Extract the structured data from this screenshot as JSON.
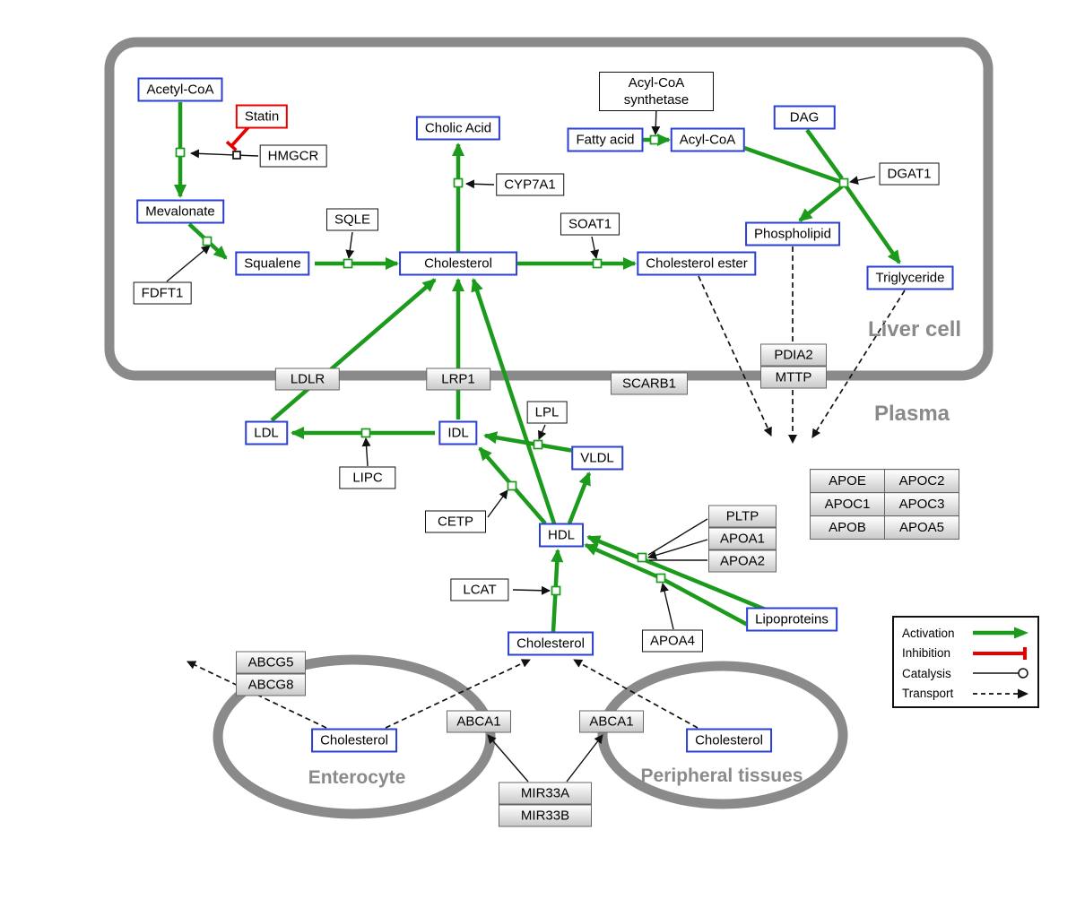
{
  "compartments": {
    "liver": "Liver cell",
    "plasma": "Plasma",
    "enterocyte": "Enterocyte",
    "peripheral": "Peripheral tissues"
  },
  "nodes": {
    "acetyl_coa": "Acetyl-CoA",
    "statin": "Statin",
    "hmgcr": "HMGCR",
    "mevalonate": "Mevalonate",
    "fdft1": "FDFT1",
    "squalene": "Squalene",
    "sqle": "SQLE",
    "cholesterol_liver": "Cholesterol",
    "cholic_acid": "Cholic Acid",
    "cyp7a1": "CYP7A1",
    "soat1": "SOAT1",
    "cholesterol_ester": "Cholesterol ester",
    "acyl_coa_synthetase": "Acyl-CoA synthetase",
    "fatty_acid": "Fatty acid",
    "acyl_coa": "Acyl-CoA",
    "dag": "DAG",
    "dgat1": "DGAT1",
    "phospholipid": "Phospholipid",
    "triglyceride": "Triglyceride",
    "pdia2": "PDIA2",
    "mttp": "MTTP",
    "ldlr": "LDLR",
    "lrp1": "LRP1",
    "scarb1": "SCARB1",
    "ldl": "LDL",
    "idl": "IDL",
    "vldl": "VLDL",
    "hdl": "HDL",
    "lipc": "LIPC",
    "lpl": "LPL",
    "cetp": "CETP",
    "lcat": "LCAT",
    "pltp": "PLTP",
    "apoa1": "APOA1",
    "apoa2": "APOA2",
    "apoa4": "APOA4",
    "lipoproteins": "Lipoproteins",
    "cholesterol_plasma": "Cholesterol",
    "abcg5": "ABCG5",
    "abcg8": "ABCG8",
    "cholesterol_enterocyte": "Cholesterol",
    "abca1_enterocyte": "ABCA1",
    "abca1_peripheral": "ABCA1",
    "cholesterol_peripheral": "Cholesterol",
    "mir33a": "MIR33A",
    "mir33b": "MIR33B"
  },
  "apo_table": {
    "rows": [
      [
        "APOE",
        "APOC2"
      ],
      [
        "APOC1",
        "APOC3"
      ],
      [
        "APOB",
        "APOA5"
      ]
    ]
  },
  "legend": {
    "activation": "Activation",
    "inhibition": "Inhibition",
    "catalysis": "Catalysis",
    "transport": "Transport"
  },
  "colors": {
    "activation_green": "#1c9a1c",
    "inhibition_red": "#ee0000",
    "metabolite_blue": "#2b3fd0",
    "membrane_gray": "#8a8a8a"
  }
}
